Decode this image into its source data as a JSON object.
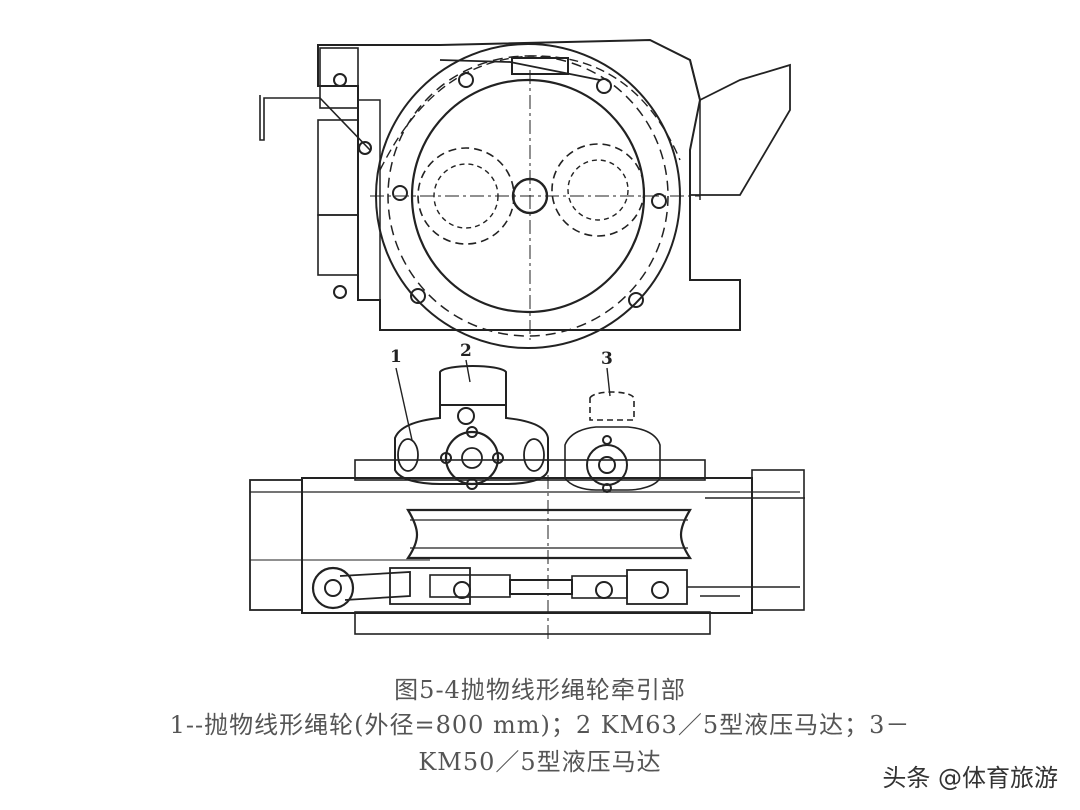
{
  "labels": {
    "part1": "1",
    "part2": "2",
    "part3": "3"
  },
  "caption": {
    "title": "图5-4抛物线形绳轮牵引部",
    "line1": "1--抛物线形绳轮(外径=800 mm)；2  KM63／5型液压马达；3－",
    "line2": "KM50／5型液压马达"
  },
  "watermark": "头条 @体育旅游"
}
